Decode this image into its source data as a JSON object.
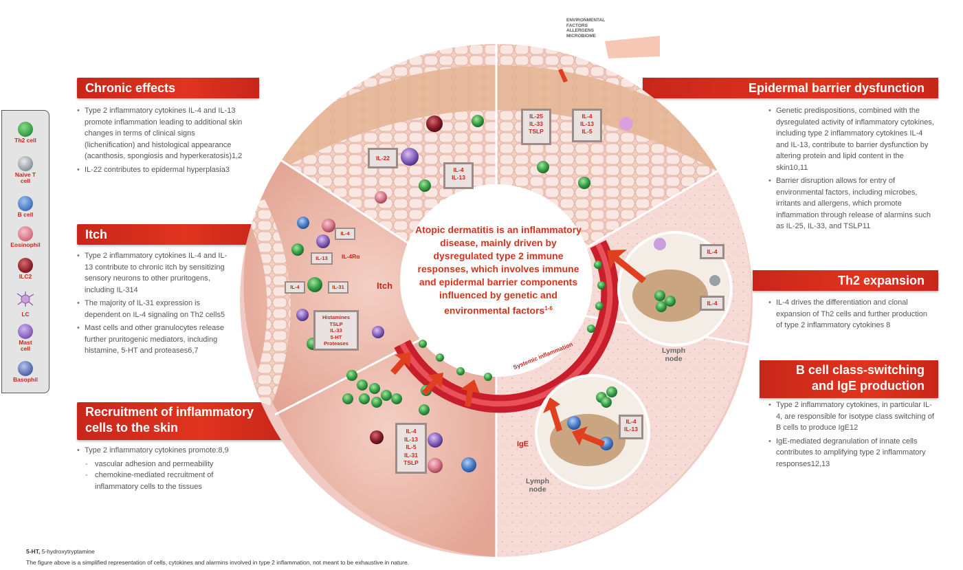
{
  "sections": {
    "chronic": {
      "title": "Chronic effects",
      "bullets": [
        "Type 2 inflammatory cytokines IL-4 and IL-13 promote inflammation leading to additional skin changes in terms of clinical signs (lichenification) and histological appearance (acanthosis, spongiosis and hyperkeratosis)1,2",
        "IL-22 contributes to epidermal hyperplasia3"
      ]
    },
    "itch": {
      "title": "Itch",
      "bullets": [
        "Type 2 inflammatory cytokines IL-4 and IL-13 contribute to chronic itch by sensitizing sensory neurons to other pruritogens, including IL-314",
        "The majority of IL-31 expression is dependent on IL-4 signaling on Th2 cells5",
        "Mast cells and other granulocytes release further pruritogenic mediators, including histamine, 5-HT and proteases6,7"
      ]
    },
    "recruitment": {
      "title_line1": "Recruitment of inflammatory",
      "title_line2": "cells to the skin",
      "bullet": "Type 2 inflammatory cytokines promote:8,9",
      "sub": [
        "vascular adhesion and permeability",
        "chemokine-mediated recruitment of inflammatory cells to the tissues"
      ]
    },
    "barrier": {
      "title": "Epidermal barrier dysfunction",
      "bullets": [
        "Genetic predispositions, combined with the dysregulated activity of inflammatory cytokines, including type 2 inflammatory cytokines IL-4 and IL-13, contribute to barrier dysfunction by altering protein and lipid content in the skin10,11",
        "Barrier disruption allows for entry of environmental factors, including microbes, irritants and allergens, which promote inflammation through release of alarmins such as IL-25, IL-33, and TSLP11"
      ]
    },
    "th2": {
      "title": "Th2 expansion",
      "bullets": [
        "IL-4 drives the differentiation and clonal expansion of Th2 cells and further production of type 2 inflammatory cytokines 8"
      ]
    },
    "bcell": {
      "title_line1": "B cell class-switching",
      "title_line2": "and IgE production",
      "bullets": [
        "Type 2 inflammatory cytokines, in particular IL-4, are responsible for isotype class switching of B cells to produce IgE12",
        "IgE-mediated degranulation of innate cells contributes to amplifying type 2 inflammatory responses12,13"
      ]
    }
  },
  "legend": [
    {
      "label": "Th2 cell",
      "color": "#3aa24a"
    },
    {
      "label": "Naive T cell",
      "color": "#9aa0a8"
    },
    {
      "label": "B cell",
      "color": "#4a7fc8"
    },
    {
      "label": "Eosinophil",
      "color": "#d9788a"
    },
    {
      "label": "ILC2",
      "color": "#8e1e2a"
    },
    {
      "label": "LC",
      "color": "#b58ac8"
    },
    {
      "label": "Mast cell",
      "color": "#8a64c0"
    },
    {
      "label": "Basophil",
      "color": "#5a6fb4"
    }
  ],
  "center": {
    "text": "Atopic dermatitis is an inflammatory disease, mainly driven by dysregulated type 2 immune responses, which involves immune and epidermal barrier components influenced by genetic and environmental factors",
    "superscript": "1-6"
  },
  "diagram_labels": {
    "env_factors": [
      "ENVIRONMENTAL",
      "FACTORS",
      "ALLERGENS",
      "MICROBIOME"
    ],
    "il22": "IL-22",
    "il4_il13_top": [
      "IL-4",
      "IL-13"
    ],
    "alarmins": [
      "IL-25",
      "IL-33",
      "TSLP"
    ],
    "il4_13_5": [
      "IL-4",
      "IL-13",
      "IL-5"
    ],
    "itch_il4": "IL-4",
    "itch_il13": "IL-13",
    "il4ra": "IL-4Rα",
    "itch_il4_left": "IL-4",
    "il31": "IL-31",
    "itch": "Itch",
    "mediators": [
      "Histamines",
      "TSLP",
      "IL-33",
      "5-HT",
      "Proteases"
    ],
    "recruit_cytokines": [
      "IL-4",
      "IL-13",
      "IL-5",
      "IL-31",
      "TSLP"
    ],
    "systemic": "Systemic inflammation",
    "th2_il4_a": "IL-4",
    "th2_il4_b": "IL-4",
    "lymph_a": [
      "Lymph",
      "node"
    ],
    "bcell_cytokines": [
      "IL-4",
      "IL-13"
    ],
    "ige": "IgE",
    "lymph_b": [
      "Lymph",
      "node"
    ]
  },
  "footnotes": {
    "abbrev_term": "5-HT,",
    "abbrev_def": "5-hydroxytryptamine",
    "note": "The figure above is a simplified representation of cells, cytokines and alarmins involved in type 2 inflammation, not meant to be exhaustive in nature."
  }
}
